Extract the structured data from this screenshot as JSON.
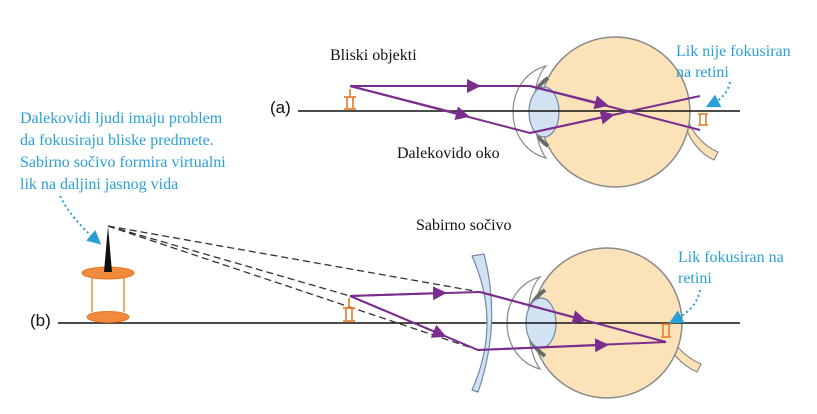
{
  "panel_a": {
    "tag": "(a)",
    "object_label": "Bliski objekti",
    "eye_label": "Dalekovido oko",
    "image_note": [
      "Lik nije fokusiran",
      "na retini"
    ]
  },
  "panel_b": {
    "tag": "(b)",
    "lens_label": "Sabirno sočivo",
    "image_note": [
      "Lik fokusiran na",
      "retini"
    ]
  },
  "explanation": [
    "Dalekovidi ljudi imaju problem",
    "da fokusiraju bliske predmete.",
    "Sabirno sočivo formira virtualni",
    "lik na daljini jasnog vida"
  ],
  "colors": {
    "ray": "#7a2d8f",
    "eye_fill": "#fbe2b8",
    "eye_stroke": "#8a8a8a",
    "lens_fill": "#d2e2f2",
    "object": "#e87722",
    "note_text": "#2a9fd6"
  }
}
